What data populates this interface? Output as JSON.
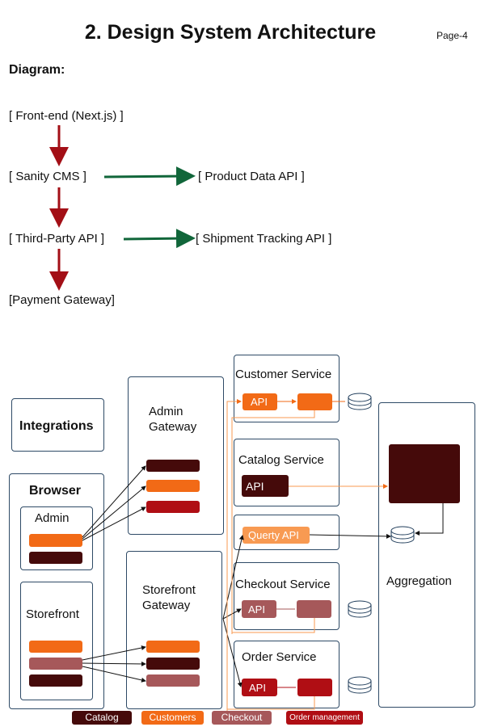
{
  "header": {
    "title": "2. Design System Architecture",
    "page": "Page-4"
  },
  "flow": {
    "heading": "Diagram:",
    "frontend": "[ Front-end (Next.js) ]",
    "sanity": "[ Sanity CMS ]",
    "product_api": "[ Product Data API ]",
    "third_party": "[ Third-Party API ]",
    "shipment": "[ Shipment Tracking API ]",
    "payment": "[Payment Gateway]"
  },
  "architecture": {
    "integrations": "Integrations",
    "browser": "Browser",
    "admin": "Admin",
    "storefront": "Storefront",
    "admin_gateway": "Admin\nGateway",
    "storefront_gateway": "Storefront\nGateway",
    "customer_service": "Customer Service",
    "catalog_service": "Catalog Service",
    "checkout_service": "Checkout Service",
    "order_service": "Order Service",
    "aggregation": "Aggregation",
    "api": "API",
    "query_api": "Querty API"
  },
  "legend": {
    "catalog": "Catalog",
    "customers": "Customers",
    "checkout": "Checkout",
    "order": "Order management"
  },
  "colors": {
    "catalog": "#450a0a",
    "customers": "#f26a16",
    "checkout": "#a6585a",
    "order": "#b00e14",
    "flow_down": "#a30f16",
    "flow_right": "#11663a"
  }
}
